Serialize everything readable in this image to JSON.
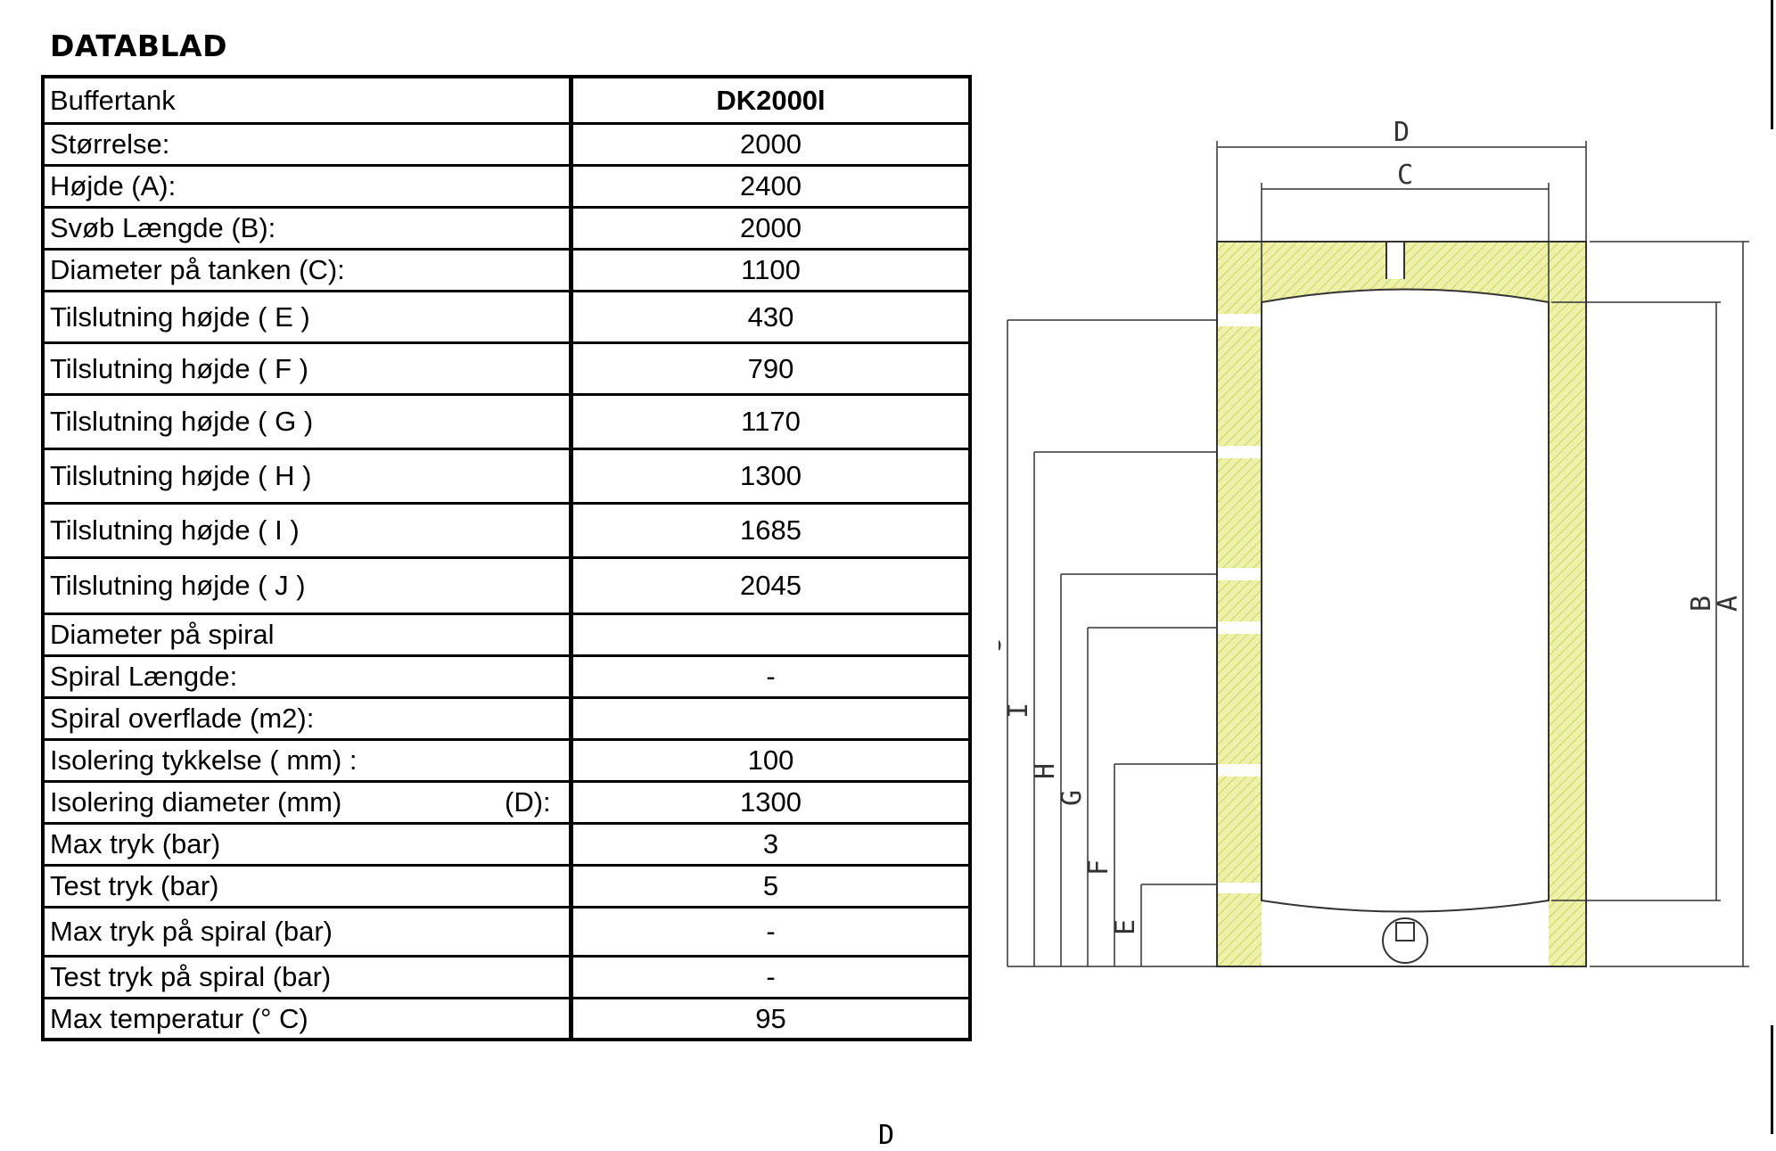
{
  "title": "DATABLAD",
  "table": {
    "header": {
      "label": "Buffertank",
      "value": "DK2000l"
    },
    "rows": [
      {
        "label": "Størrelse:",
        "value": "2000",
        "h": 47
      },
      {
        "label": "Højde (A):",
        "value": "2400",
        "h": 47
      },
      {
        "label": "Svøb Længde (B):",
        "value": "2000",
        "h": 47
      },
      {
        "label": "Diameter på tanken (C):",
        "value": "1100",
        "h": 47
      },
      {
        "label": "Tilslutning højde ( E )",
        "value": "430",
        "h": 58
      },
      {
        "label": "Tilslutning højde ( F )",
        "value": "790",
        "h": 58
      },
      {
        "label": "Tilslutning højde ( G )",
        "value": "1170",
        "h": 61
      },
      {
        "label": "Tilslutning højde ( H )",
        "value": "1300",
        "h": 61
      },
      {
        "label": "Tilslutning højde ( I )",
        "value": "1685",
        "h": 61
      },
      {
        "label": "Tilslutning højde ( J )",
        "value": "2045",
        "h": 63
      },
      {
        "label": "Diameter på spiral",
        "value": "",
        "h": 47
      },
      {
        "label": "Spiral Længde:",
        "value": "-",
        "h": 47
      },
      {
        "label": "Spiral overflade (m2):",
        "value": "",
        "h": 47
      },
      {
        "label": "Isolering tykkelse ( mm) :",
        "value": "100",
        "h": 47
      },
      {
        "label": "Isolering diameter (mm)",
        "suffix": "(D):",
        "value": "1300",
        "h": 47
      },
      {
        "label": "Max tryk (bar)",
        "value": "3",
        "h": 47
      },
      {
        "label": "Test tryk (bar)",
        "value": "5",
        "h": 47
      },
      {
        "label": "Max tryk på spiral (bar)",
        "value": "-",
        "h": 55
      },
      {
        "label": "Test tryk på spiral (bar)",
        "value": "-",
        "h": 47
      },
      {
        "label": "Max temperatur (° C)",
        "value": "95",
        "h": 47
      }
    ]
  },
  "diagram": {
    "labels": {
      "D": "D",
      "C": "C",
      "A": "A",
      "B": "B",
      "J": "J",
      "I": "I",
      "H": "H",
      "G": "G",
      "F": "F",
      "E": "E"
    },
    "colors": {
      "insulation": "#eef2a8",
      "hatch": "#c9d26a",
      "line": "#333333"
    }
  },
  "bottom_letter": "D"
}
